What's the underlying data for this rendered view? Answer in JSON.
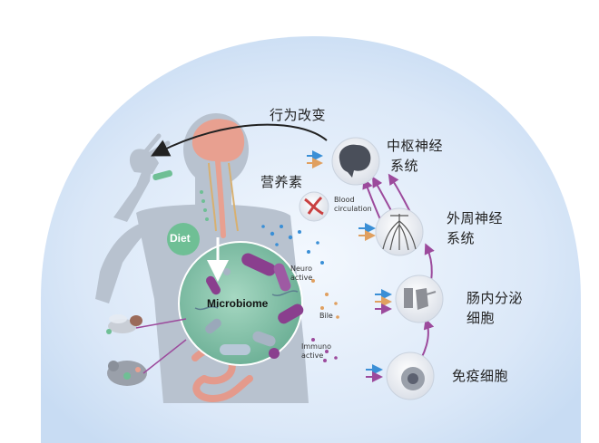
{
  "labels": {
    "behavior": "行为改变",
    "nutrients": "营养素",
    "blood_circulation": "Blood\ncirculation",
    "cns_line1": "中枢神经",
    "cns_line2": "系统",
    "pns_line1": "外周神经",
    "pns_line2": "系统",
    "endocrine_line1": "肠内分泌",
    "endocrine_line2": "细胞",
    "immune": "免疫细胞",
    "diet": "Diet",
    "microbiome": "Microbiome",
    "neuro_active": "Neuro\nactive",
    "bile": "Bile",
    "immuno_active": "Immuno\nactive"
  },
  "colors": {
    "dome": "#dbe8f8",
    "body": "#b9c3d0",
    "microbiome_fill": "#7fbfa6",
    "bacteria": "#8a3f8e",
    "arrow_purple": "#9c4a9c",
    "arrow_blue": "#3a8fd6",
    "arrow_orange": "#e0a060",
    "brain": "#e8a090",
    "diet_circle": "#6fbf95"
  },
  "icons": [
    "brain-icon",
    "nerve-icon",
    "endocrine-cell-icon",
    "immune-cell-icon",
    "blood-vessel-icon",
    "fly-icon",
    "mouse-icon"
  ]
}
